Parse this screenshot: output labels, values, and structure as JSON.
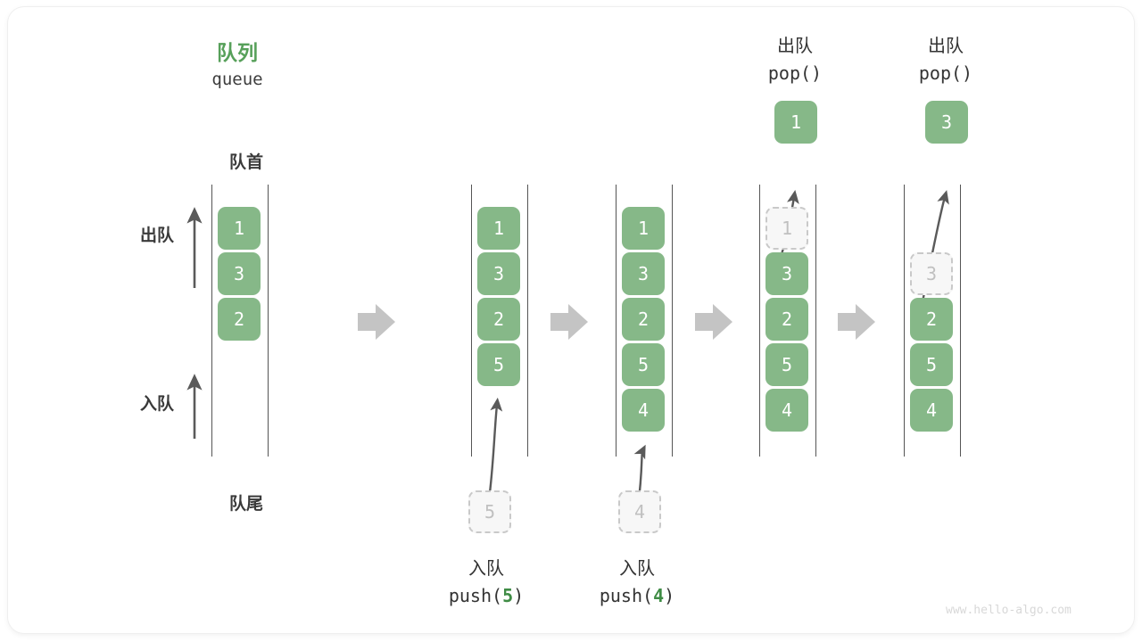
{
  "diagram": {
    "title_cn": "队列",
    "title_en": "queue",
    "head_label": "队首",
    "tail_label": "队尾",
    "side_labels": [
      {
        "name": "dequeue",
        "text": "出队"
      },
      {
        "name": "enqueue",
        "text": "入队"
      }
    ],
    "watermark": "www.hello-algo.com",
    "colors": {
      "cell_fill": "#86b888",
      "cell_text": "#ffffff",
      "accent_green": "#57a05a",
      "highlight_green": "#3f8c45",
      "ghost_fill": "#f7f7f7",
      "ghost_border": "#c9c9c9",
      "ghost_text": "#c0c0c0",
      "rail": "#555555",
      "arrow_gray": "#c4c4c4",
      "thin_arrow": "#5a5a5a",
      "text_dark": "#333333",
      "watermark": "#d8d8d8"
    },
    "steps": [
      {
        "name": "initial-queue",
        "caption_cn": "",
        "caption_code": "",
        "cells": [
          {
            "value": "1",
            "state": "filled"
          },
          {
            "value": "3",
            "state": "filled"
          },
          {
            "value": "2",
            "state": "filled"
          }
        ],
        "incoming": null,
        "result": null
      },
      {
        "name": "push-5",
        "caption_cn": "入队",
        "caption_code": "push(5)",
        "caption_code_pre": "push(",
        "caption_code_hl": "5",
        "caption_code_post": ")",
        "cells": [
          {
            "value": "1",
            "state": "filled"
          },
          {
            "value": "3",
            "state": "filled"
          },
          {
            "value": "2",
            "state": "filled"
          },
          {
            "value": "5",
            "state": "filled"
          }
        ],
        "incoming": {
          "value": "5",
          "state": "ghost"
        },
        "result": null
      },
      {
        "name": "push-4",
        "caption_cn": "入队",
        "caption_code": "push(4)",
        "caption_code_pre": "push(",
        "caption_code_hl": "4",
        "caption_code_post": ")",
        "cells": [
          {
            "value": "1",
            "state": "filled"
          },
          {
            "value": "3",
            "state": "filled"
          },
          {
            "value": "2",
            "state": "filled"
          },
          {
            "value": "5",
            "state": "filled"
          },
          {
            "value": "4",
            "state": "filled"
          }
        ],
        "incoming": {
          "value": "4",
          "state": "ghost"
        },
        "result": null
      },
      {
        "name": "pop-1",
        "caption_cn": "出队",
        "caption_code": "pop()",
        "cells": [
          {
            "value": "1",
            "state": "ghost"
          },
          {
            "value": "3",
            "state": "filled"
          },
          {
            "value": "2",
            "state": "filled"
          },
          {
            "value": "5",
            "state": "filled"
          },
          {
            "value": "4",
            "state": "filled"
          }
        ],
        "incoming": null,
        "result": {
          "value": "1",
          "state": "filled"
        }
      },
      {
        "name": "pop-3",
        "caption_cn": "出队",
        "caption_code": "pop()",
        "cells": [
          {
            "value": "",
            "state": "empty"
          },
          {
            "value": "3",
            "state": "ghost"
          },
          {
            "value": "2",
            "state": "filled"
          },
          {
            "value": "5",
            "state": "filled"
          },
          {
            "value": "4",
            "state": "filled"
          }
        ],
        "incoming": null,
        "result": {
          "value": "3",
          "state": "filled"
        }
      }
    ]
  }
}
